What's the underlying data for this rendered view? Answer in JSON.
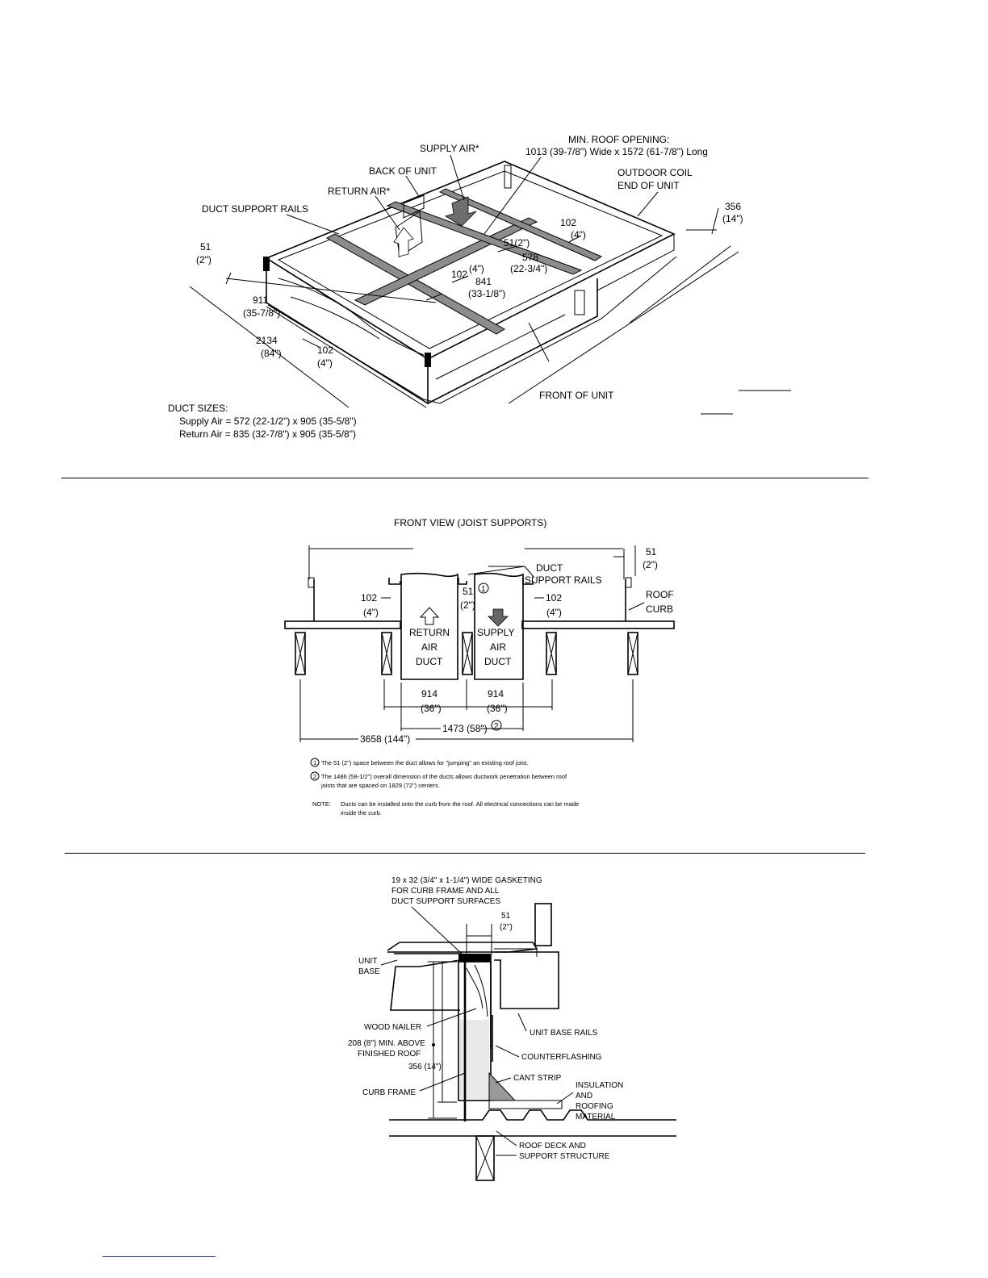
{
  "iso_view": {
    "labels": {
      "supply_air": "SUPPLY AIR*",
      "back_of_unit": "BACK OF UNIT",
      "return_air": "RETURN AIR*",
      "duct_support_rails": "DUCT SUPPORT RAILS",
      "min_roof_opening_title": "MIN. ROOF OPENING:",
      "min_roof_opening_dims": "1013 (39-7/8\") Wide x 1572 (61-7/8\") Long",
      "outdoor_coil_line1": "OUTDOOR COIL",
      "outdoor_coil_line2": "END OF UNIT",
      "front_of_unit": "FRONT OF UNIT"
    },
    "dims": {
      "h356": "356",
      "h356_in": "(14\")",
      "d102_right": "102",
      "d102_right_in": "(4\")",
      "d51_mid": "51(2\")",
      "d578": "578",
      "d578_in": "(22-3/4\")",
      "d102_mid": "102",
      "d102_mid_in": "(4\")",
      "d841": "841",
      "d841_in": "(33-1/8\")",
      "d51_left": "51",
      "d51_left_in": "(2\")",
      "d911": "911",
      "d911_in": "(35-7/8\")",
      "d2134": "2134",
      "d2134_in": "(84\")",
      "d102_bot": "102",
      "d102_bot_in": "(4\")"
    },
    "duct_sizes": {
      "title": "DUCT SIZES:",
      "supply": "Supply Air  =  572 (22-1/2\") x 905 (35-5/8\")",
      "return": "Return Air  =  835 (32-7/8\") x 905 (35-5/8\")"
    }
  },
  "front_view": {
    "title": "FRONT VIEW (JOIST SUPPORTS)",
    "labels": {
      "duct_rails_line1": "DUCT",
      "duct_rails_line2": "SUPPORT RAILS",
      "roof_curb_line1": "ROOF",
      "roof_curb_line2": "CURB",
      "return_line1": "RETURN",
      "return_line2": "AIR",
      "return_line3": "DUCT",
      "supply_line1": "SUPPLY",
      "supply_line2": "AIR",
      "supply_line3": "DUCT",
      "circle1": "1",
      "circle2": "2"
    },
    "dims": {
      "d51_top": "51",
      "d51_top_in": "(2\")",
      "d102_left": "102",
      "d102_left_in": "(4\")",
      "d51_mid": "51",
      "d51_mid_in": "(2\")",
      "d102_right": "102",
      "d102_right_in": "(4\")",
      "d914_a": "914",
      "d914_a_in": "(36\")",
      "d914_b": "914",
      "d914_b_in": "(36\")",
      "d1473": "1473 (58\")",
      "d3658": "3658 (144\")"
    },
    "notes": {
      "note1": "The 51 (2\") space between the duct allows for \"jumping\" an existing roof joist.",
      "note2_line1": "The 1486 (58-1/2\") overall dimension of the ducts allows ductwork penetration between roof",
      "note2_line2": "joists that are spaced on 1829 (72\") centers.",
      "note_label": "NOTE:",
      "note3_line1": "Ducts can be installed onto the curb from the roof. All electrical connections can be made",
      "note3_line2": "inside the curb."
    }
  },
  "section_view": {
    "labels": {
      "gasket_line1": "19 x 32 (3/4\" x 1-1/4\") WIDE GASKETING",
      "gasket_line2": "FOR CURB FRAME AND ALL",
      "gasket_line3": "DUCT SUPPORT SURFACES",
      "d51": "51",
      "d51_in": "(2\")",
      "unit_base_line1": "UNIT",
      "unit_base_line2": "BASE",
      "wood_nailer": "WOOD NAILER",
      "unit_base_rails": "UNIT BASE RAILS",
      "min_above_line1": "208 (8\") MIN. ABOVE",
      "min_above_line2": "FINISHED ROOF",
      "counterflashing": "COUNTERFLASHING",
      "d356": "356 (14\")",
      "cant_strip": "CANT STRIP",
      "curb_frame": "CURB FRAME",
      "insulation_line1": "INSULATION",
      "insulation_line2": "AND",
      "insulation_line3": "ROOFING",
      "insulation_line4": "MATERIAL",
      "roof_deck_line1": "ROOF DECK AND",
      "roof_deck_line2": "SUPPORT STRUCTURE"
    }
  }
}
